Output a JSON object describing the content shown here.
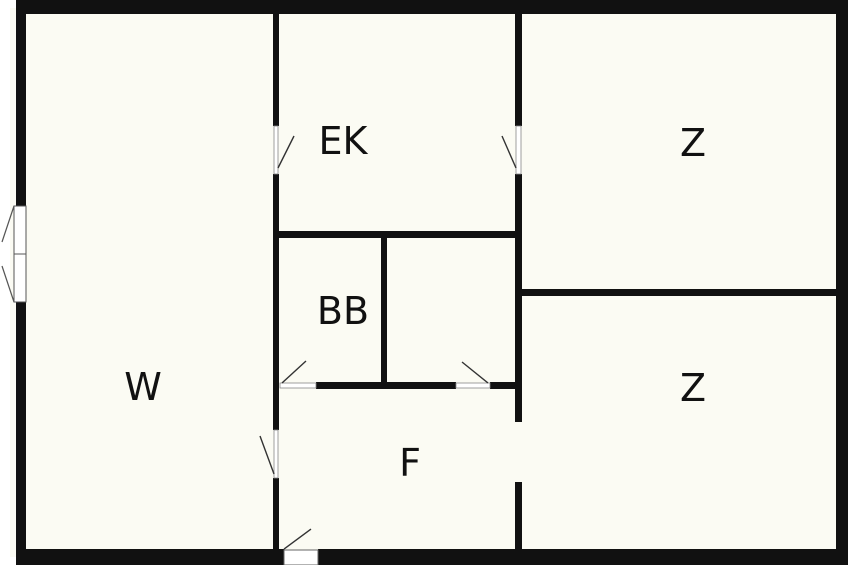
{
  "colors": {
    "floor": "#fbfbf3",
    "wall": "#111111",
    "door_line": "#333333",
    "window_fill": "#ffffff"
  },
  "rooms": {
    "living": {
      "label": "W"
    },
    "kitchen": {
      "label": "EK"
    },
    "bedroom_top": {
      "label": "Z"
    },
    "bedroom_bottom": {
      "label": "Z"
    },
    "bathroom": {
      "label": "BB"
    },
    "hall": {
      "label": "F"
    }
  }
}
